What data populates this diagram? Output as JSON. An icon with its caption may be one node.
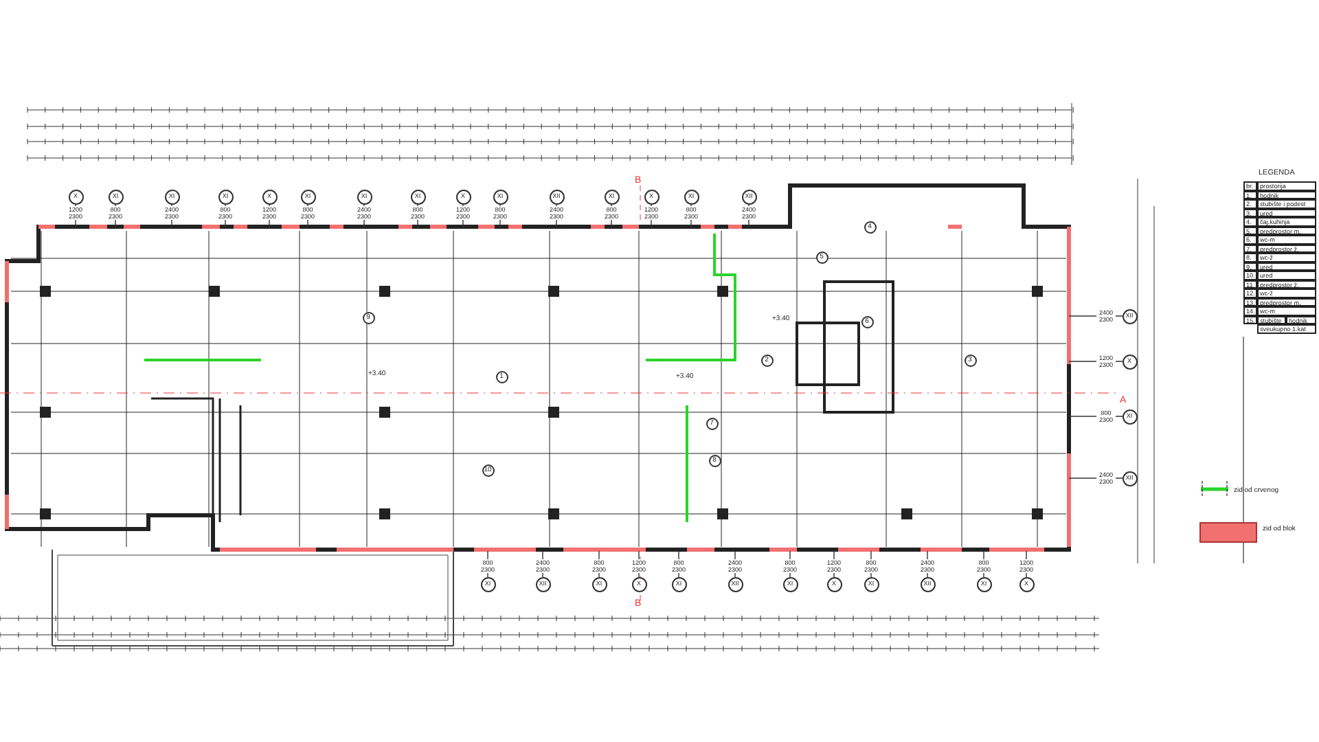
{
  "diagram": {
    "nodes": [
      {
        "text": [
          "X"
        ],
        "beside": [
          "1200",
          "2300"
        ]
      },
      {
        "text": [
          "XI"
        ],
        "beside": [
          "800",
          "2300"
        ]
      },
      {
        "text": [
          "XI"
        ],
        "beside": [
          "2400",
          "2300"
        ]
      },
      {
        "text": [
          "XI"
        ],
        "beside": [
          "800",
          "2300"
        ]
      },
      {
        "text": [
          "X"
        ],
        "beside": [
          "1200",
          "2300"
        ]
      },
      {
        "text": [
          "XI"
        ],
        "beside": [
          "800",
          "2300"
        ]
      },
      {
        "text": [
          "XI"
        ],
        "beside": [
          "2400",
          "2300"
        ]
      },
      {
        "text": [
          "XI"
        ],
        "beside": [
          "800",
          "2300"
        ]
      },
      {
        "text": [
          "X"
        ],
        "beside": [
          "1200",
          "2300"
        ]
      },
      {
        "text": [
          "XI"
        ],
        "beside": [
          "800",
          "2300"
        ]
      },
      {
        "text": [
          "XII"
        ],
        "beside": [
          "2400",
          "2300"
        ]
      },
      {
        "text": [
          "XI"
        ],
        "beside": [
          "800",
          "2300"
        ]
      },
      {
        "text": [
          "X"
        ],
        "beside": [
          "1200",
          "2300"
        ]
      },
      {
        "text": [
          "XI"
        ],
        "beside": [
          "800",
          "2300"
        ]
      },
      {
        "text": [
          "XII"
        ],
        "beside": [
          "2400",
          "2300"
        ]
      },
      {
        "text": [
          "9"
        ]
      },
      {
        "text": [
          "4"
        ]
      },
      {
        "text": [
          "5"
        ]
      },
      {
        "text": [
          "6"
        ]
      },
      {
        "text": [
          "1"
        ]
      },
      {
        "text": [
          "2"
        ]
      },
      {
        "text": [
          "3"
        ]
      },
      {
        "text": [
          "7"
        ]
      },
      {
        "text": [
          "8"
        ]
      },
      {
        "text": [
          "10"
        ]
      },
      {
        "text": [
          "XII"
        ],
        "beside": [
          "2400",
          "2300"
        ]
      },
      {
        "text": [
          "X"
        ],
        "beside": [
          "1200",
          "2300"
        ]
      },
      {
        "text": [
          "XI"
        ],
        "beside": [
          "800",
          "2300"
        ]
      },
      {
        "text": [
          "XII"
        ],
        "beside": [
          "2400",
          "2300"
        ]
      },
      {
        "text": [
          "XI"
        ],
        "beside": [
          "800",
          "2300"
        ]
      },
      {
        "text": [
          "XII"
        ],
        "beside": [
          "2400",
          "2300"
        ]
      },
      {
        "text": [
          "XI"
        ],
        "beside": [
          "800",
          "2300"
        ]
      },
      {
        "text": [
          "X"
        ],
        "beside": [
          "1200",
          "2300"
        ]
      },
      {
        "text": [
          "XI"
        ],
        "beside": [
          "800",
          "2300"
        ]
      },
      {
        "text": [
          "XII"
        ],
        "beside": [
          "2400",
          "2300"
        ]
      },
      {
        "text": [
          "XI"
        ],
        "beside": [
          "800",
          "2300"
        ]
      },
      {
        "text": [
          "X"
        ],
        "beside": [
          "1200",
          "2300"
        ]
      },
      {
        "text": [
          "XI"
        ],
        "beside": [
          "800",
          "2300"
        ]
      },
      {
        "text": [
          "XII"
        ],
        "beside": [
          "2400",
          "2300"
        ]
      },
      {
        "text": [
          "XI"
        ],
        "beside": [
          "800",
          "2300"
        ]
      },
      {
        "text": [
          "X"
        ],
        "beside": [
          "1200",
          "2300"
        ]
      }
    ],
    "edges": [
      {
        "from": 0,
        "to": null,
        "arrow": "none"
      },
      {
        "from": 1,
        "to": null,
        "arrow": "none"
      },
      {
        "from": 2,
        "to": null,
        "arrow": "none"
      },
      {
        "from": 3,
        "to": null,
        "arrow": "none"
      },
      {
        "from": 4,
        "to": null,
        "arrow": "none"
      },
      {
        "from": 5,
        "to": null,
        "arrow": "none"
      },
      {
        "from": 6,
        "to": null,
        "arrow": "none"
      },
      {
        "from": 7,
        "to": null,
        "arrow": "none"
      },
      {
        "from": 8,
        "to": null,
        "arrow": "none"
      },
      {
        "from": 9,
        "to": null,
        "arrow": "none"
      },
      {
        "from": 10,
        "to": null,
        "arrow": "none"
      },
      {
        "from": 11,
        "to": null,
        "arrow": "none"
      },
      {
        "from": 12,
        "to": null,
        "arrow": "none"
      },
      {
        "from": 13,
        "to": null,
        "arrow": "none"
      },
      {
        "from": 14,
        "to": null,
        "arrow": "none"
      },
      {
        "from": 25,
        "to": null,
        "arrow": "none"
      },
      {
        "from": 26,
        "to": null,
        "arrow": "none"
      },
      {
        "from": 27,
        "to": null,
        "arrow": "none"
      },
      {
        "from": 28,
        "to": null,
        "arrow": "none"
      },
      {
        "from": 29,
        "to": null,
        "arrow": "none"
      },
      {
        "from": 30,
        "to": null,
        "arrow": "none"
      },
      {
        "from": 31,
        "to": null,
        "arrow": "none"
      },
      {
        "from": 32,
        "to": null,
        "arrow": "none"
      },
      {
        "from": 33,
        "to": null,
        "arrow": "none"
      },
      {
        "from": 34,
        "to": null,
        "arrow": "none"
      },
      {
        "from": 35,
        "to": null,
        "arrow": "none"
      },
      {
        "from": 36,
        "to": null,
        "arrow": "none"
      },
      {
        "from": 37,
        "to": null,
        "arrow": "none"
      },
      {
        "from": 38,
        "to": null,
        "arrow": "none"
      },
      {
        "from": 39,
        "to": null,
        "arrow": "none"
      },
      {
        "from": 40,
        "to": null,
        "arrow": "none"
      }
    ],
    "labels": [
      "LEGENDA",
      "br.",
      "prostorija",
      "1.",
      "hodnik",
      "2.",
      "stubište i podest",
      "3.",
      "ured",
      "4.",
      "čaj.kuhinja",
      "5.",
      "predprostor m.",
      "6.",
      "wc-m",
      "7.",
      "predprostor ž.",
      "8.",
      "wc-ž",
      "9.",
      "ured",
      "10.",
      "ured",
      "11.",
      "predprostor ž.",
      "12.",
      "wc-ž",
      "13.",
      "predprostor m.",
      "14.",
      "wc-m",
      "15.",
      "stubište",
      "hodnik",
      "sveukupno 1.kat",
      "B",
      "A",
      "B",
      "+3.40",
      "+3.40",
      "+3.40"
    ],
    "legend": [
      {
        "text": "zid od crvenog"
      },
      {
        "text": "zid od blok",
        "color": "#f27070"
      }
    ]
  }
}
